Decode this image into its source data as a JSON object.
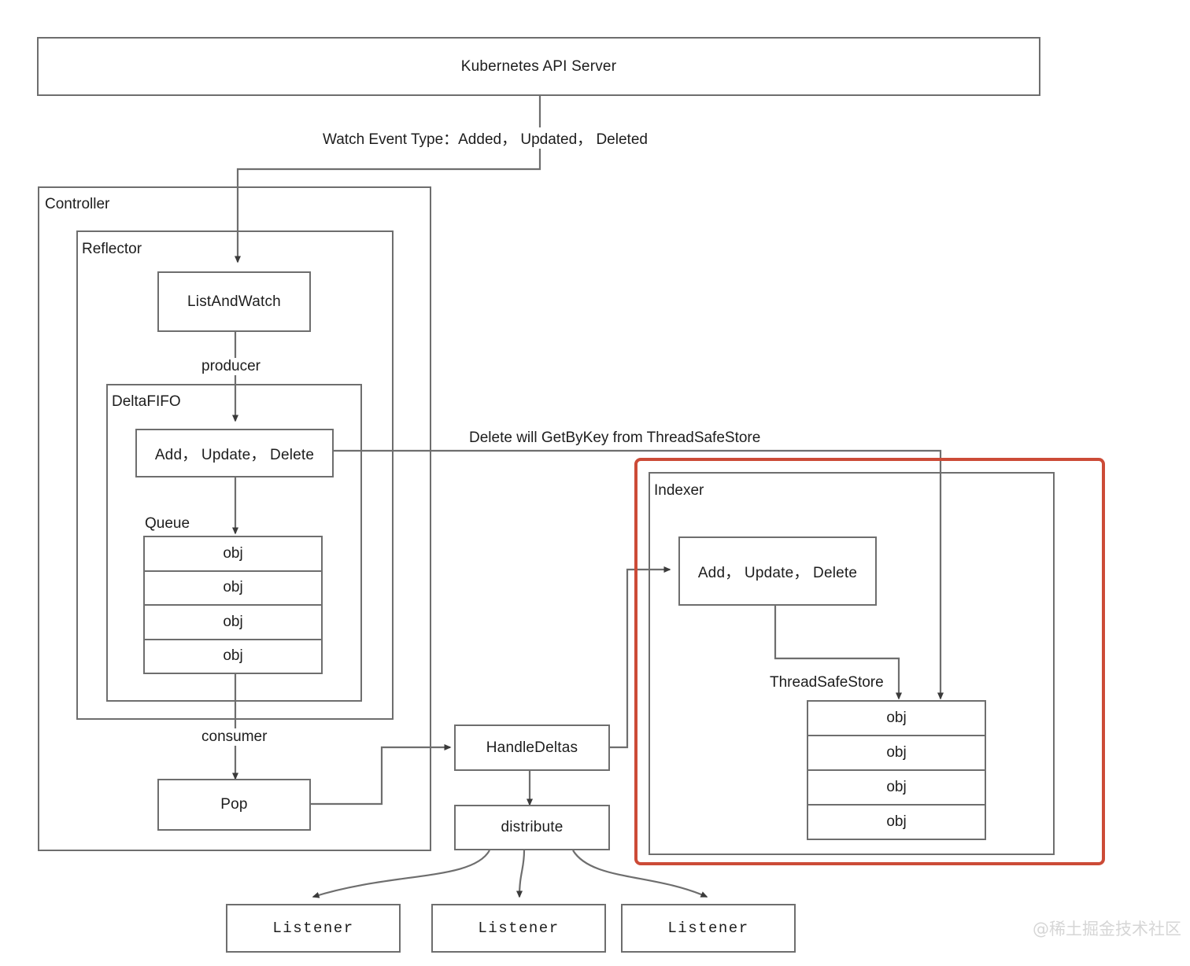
{
  "diagram": {
    "title_box": {
      "label": "Kubernetes API Server"
    },
    "edge_labels": {
      "watch_event": "Watch Event Type：Added， Updated， Deleted",
      "producer": "producer",
      "consumer": "consumer",
      "delete_getbykey": "Delete will GetByKey from ThreadSafeStore"
    },
    "groups": {
      "controller": "Controller",
      "reflector": "Reflector",
      "deltafifo": "DeltaFIFO",
      "queue": "Queue",
      "indexer": "Indexer",
      "threadsafestore": "ThreadSafeStore"
    },
    "nodes": {
      "list_and_watch": "ListAndWatch",
      "delta_ops": "Add， Update， Delete",
      "pop": "Pop",
      "handle_deltas": "HandleDeltas",
      "distribute": "distribute",
      "indexer_ops": "Add， Update， Delete"
    },
    "queue_items": [
      "obj",
      "obj",
      "obj",
      "obj"
    ],
    "store_items": [
      "obj",
      "obj",
      "obj",
      "obj"
    ],
    "listeners": [
      "Listener",
      "Listener",
      "Listener"
    ],
    "colors": {
      "stroke": "#6e6e6e",
      "highlight": "#cc4b37",
      "text": "#1d1d1d",
      "watermark": "#d6d6d6"
    },
    "watermark": "@稀土掘金技术社区"
  }
}
